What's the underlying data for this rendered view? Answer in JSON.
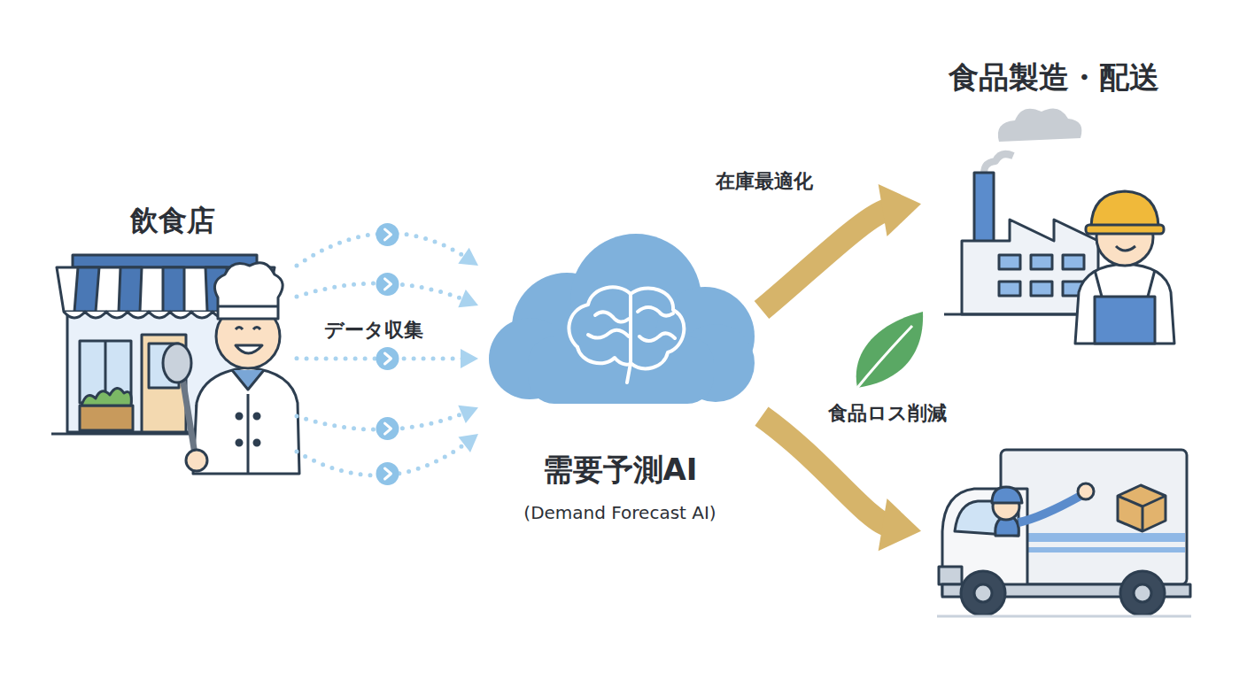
{
  "diagram": {
    "nodes": [
      {
        "text": [
          "飲食店"
        ]
      },
      {
        "text": [
          "需要予測AI",
          "(Demand Forecast AI)"
        ]
      },
      {
        "text": [
          "食品製造・配送"
        ]
      }
    ],
    "edges": [
      {
        "from": 0,
        "to": 1,
        "arrow": "to"
      },
      {
        "from": 0,
        "to": 1,
        "arrow": "to"
      },
      {
        "from": 0,
        "to": 1,
        "arrow": "to",
        "label": "データ収集"
      },
      {
        "from": 0,
        "to": 1,
        "arrow": "to"
      },
      {
        "from": 0,
        "to": 1,
        "arrow": "to"
      },
      {
        "from": 1,
        "to": 2,
        "arrow": "to",
        "label": "在庫最適化"
      },
      {
        "from": 1,
        "to": 2,
        "arrow": "to"
      }
    ],
    "labels": [
      "食品ロス削減"
    ]
  }
}
